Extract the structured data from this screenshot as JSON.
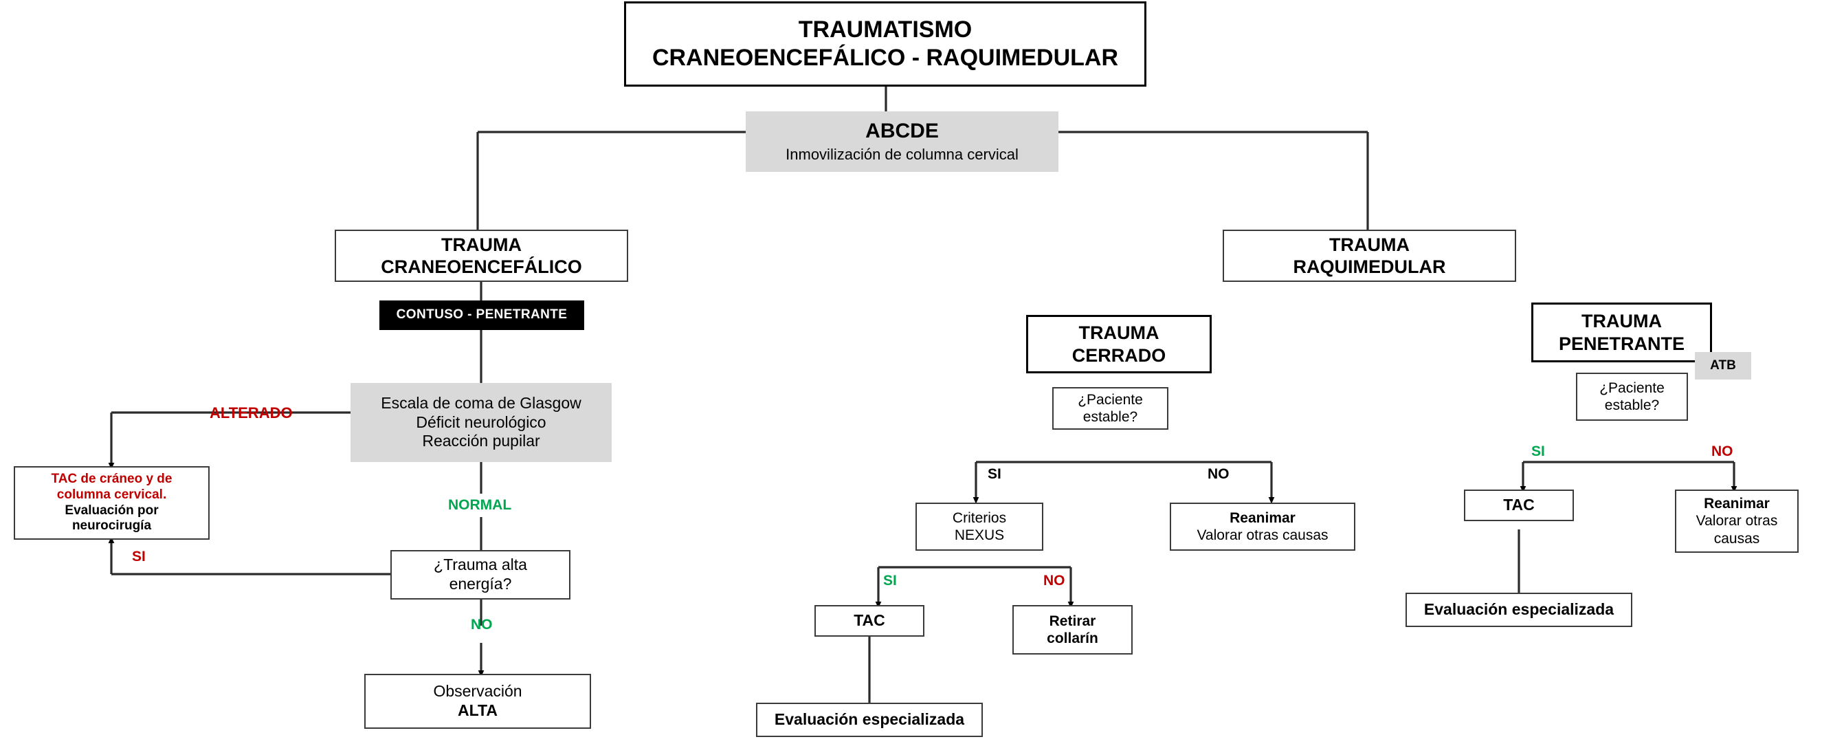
{
  "title": {
    "line1": "TRAUMATISMO",
    "line2": "CRANEOENCEFÁLICO -  RAQUIMEDULAR"
  },
  "colors": {
    "red": "#C00000",
    "green": "#00A650",
    "gray_fill": "#D9D9D9",
    "black": "#000000",
    "border": "#3B3B3B"
  },
  "abcde": {
    "heading": "ABCDE",
    "subtext": "Inmovilización de columna cervical"
  },
  "left_branch": {
    "head_l1": "TRAUMA",
    "head_l2": "CRANEOENCEFÁLICO",
    "type_bar": "CONTUSO -  PENETRANTE",
    "assess_l1": "Escala de coma de Glasgow",
    "assess_l2": "Déficit neurológico",
    "assess_l3": "Reacción pupilar",
    "edge_altered": "ALTERADO",
    "edge_normal": "NORMAL",
    "edge_si": "SI",
    "edge_no": "NO",
    "tac_l1": "TAC de cráneo y de",
    "tac_l2": "columna cervical.",
    "tac_l3": "Evaluación por",
    "tac_l4": "neurocirugía",
    "question_l1": "¿Trauma alta",
    "question_l2": "energía?",
    "outcome_l1": "Observación",
    "outcome_l2": "ALTA"
  },
  "right_branch": {
    "head_l1": "TRAUMA",
    "head_l2": "RAQUIMEDULAR"
  },
  "closed": {
    "head_l1": "TRAUMA",
    "head_l2": "CERRADO",
    "question_l1": "¿Paciente",
    "question_l2": "estable?",
    "edge_si": "SI",
    "edge_no": "NO",
    "nexus_l1": "Criterios",
    "nexus_l2": "NEXUS",
    "resus_l1": "Reanimar",
    "resus_l2": "Valorar otras causas",
    "nexus_si": "SI",
    "nexus_no": "NO",
    "tac": "TAC",
    "collar_l1": "Retirar",
    "collar_l2": "collarín",
    "eval": "Evaluación especializada"
  },
  "penetrating": {
    "head_l1": "TRAUMA",
    "head_l2": "PENETRANTE",
    "atb": "ATB",
    "question_l1": "¿Paciente",
    "question_l2": "estable?",
    "edge_si": "SI",
    "edge_no": "NO",
    "tac": "TAC",
    "eval": "Evaluación especializada",
    "resus_l1": "Reanimar",
    "resus_l2": "Valorar otras",
    "resus_l3": "causas"
  }
}
